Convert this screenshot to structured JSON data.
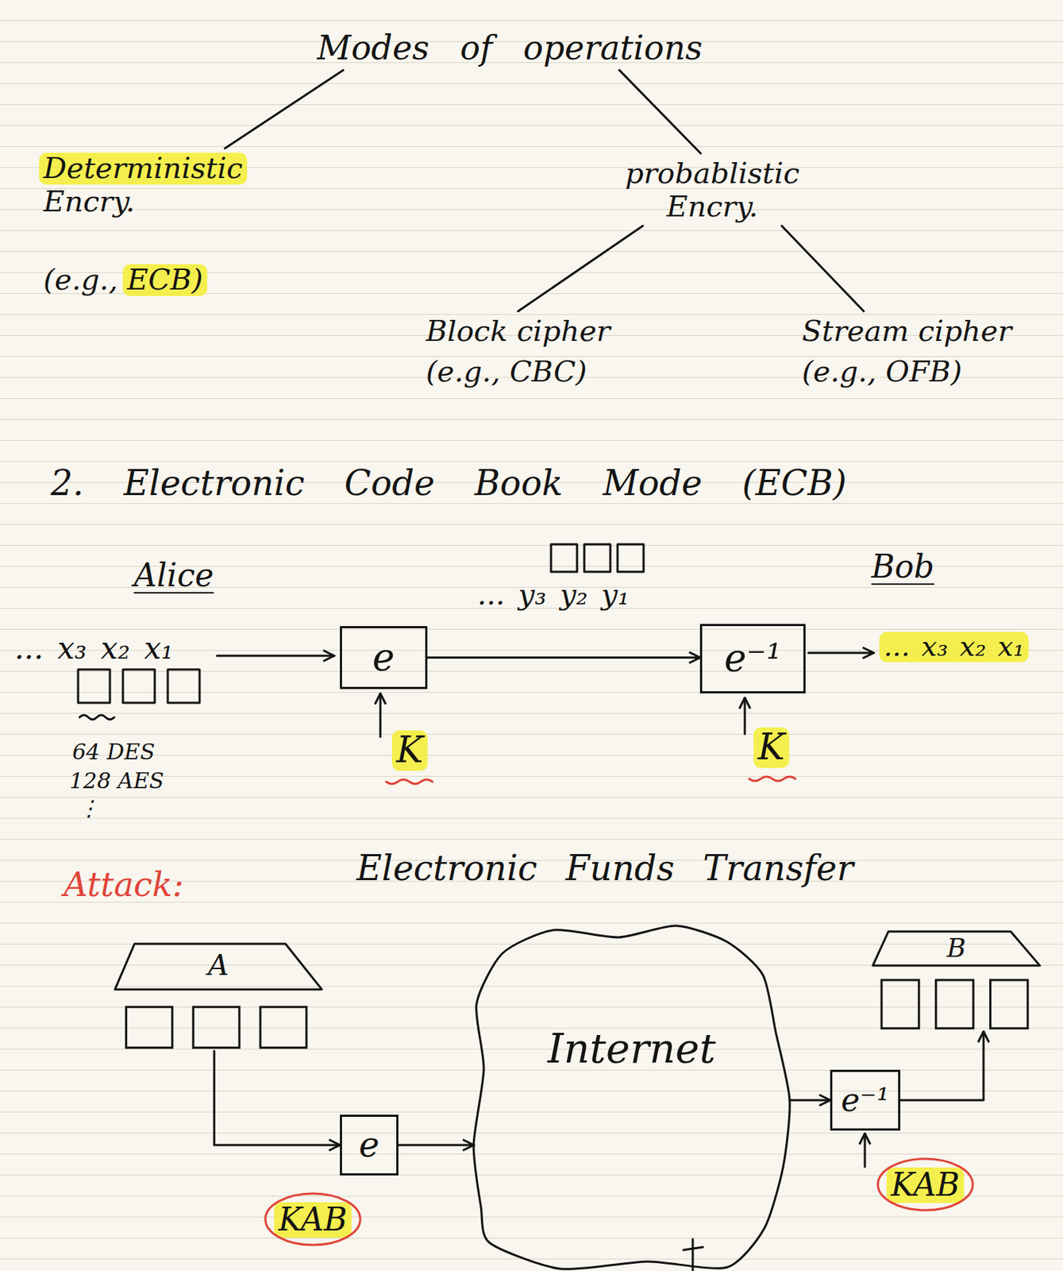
{
  "diagram": {
    "nodes": [
      {
        "text": [
          "Modes of operations"
        ]
      },
      {
        "text": [
          "Deterministic Encry.",
          "(e.g., ECB)"
        ]
      },
      {
        "text": [
          "probablistic Encry."
        ]
      },
      {
        "text": [
          "Block cipher",
          "(e.g., CBC)"
        ]
      },
      {
        "text": [
          "Stream cipher",
          "(e.g., OFB)"
        ]
      },
      {
        "text": [
          "e"
        ]
      },
      {
        "text": [
          "e⁻¹"
        ]
      },
      {
        "text": [
          "A"
        ]
      },
      {
        "text": [
          "Internet"
        ]
      },
      {
        "text": [
          "B"
        ]
      },
      {
        "text": [
          "e"
        ]
      },
      {
        "text": [
          "e⁻¹"
        ]
      }
    ],
    "edges": [
      {
        "from": 0,
        "to": 1,
        "arrow": "none"
      },
      {
        "from": 0,
        "to": 2,
        "arrow": "none"
      },
      {
        "from": 2,
        "to": 3,
        "arrow": "none"
      },
      {
        "from": 2,
        "to": 4,
        "arrow": "none"
      },
      {
        "from": 5,
        "to": 6,
        "arrow": "to"
      },
      {
        "from": 7,
        "to": 10,
        "arrow": "to"
      },
      {
        "from": 10,
        "to": 8,
        "arrow": "to"
      },
      {
        "from": 8,
        "to": 11,
        "arrow": "to"
      },
      {
        "from": 11,
        "to": 9,
        "arrow": "to"
      }
    ],
    "labels": [
      "2. Electronic Code Book Mode (ECB)",
      "Alice",
      "Bob",
      "... x₃ x₂ x₁",
      "... y₃ y₂ y₁",
      "... x₃ x₂ x₁",
      "64 DES",
      "128 AES",
      "⋮",
      "K",
      "K",
      "Attack:",
      "Electronic Funds Transfer",
      "KAB",
      "KAB"
    ]
  }
}
